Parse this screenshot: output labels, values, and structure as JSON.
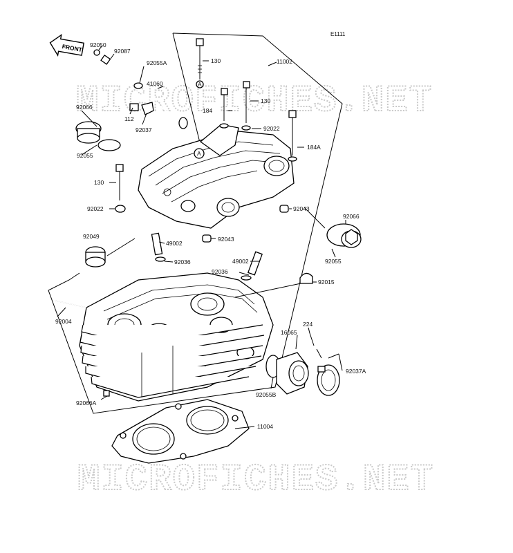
{
  "diagram": {
    "ref_code": "E1111",
    "front_arrow": "FRONT",
    "watermark": "MICROFICHES.NET",
    "labels": {
      "p92050": "92050",
      "p92087": "92087",
      "p92055A": "92055A",
      "p41060": "41060",
      "p92066_top": "92066",
      "p112": "112",
      "p92037": "92037",
      "p92055_left": "92055",
      "p130_top": "130",
      "p11002": "11002",
      "p184": "184",
      "p130_mid": "130",
      "p92022_right": "92022",
      "p184A": "184A",
      "p130_left": "130",
      "p92022_left": "92022",
      "p92043_right": "92043",
      "p92066_right": "92066",
      "p92049": "92049",
      "p49002_left": "49002",
      "p92043_bottom": "92043",
      "p92036_left": "92036",
      "p92055_right": "92055",
      "p49002_right": "49002",
      "p92036_right": "92036",
      "p92015": "92015",
      "p92004": "92004",
      "p224": "224",
      "p16065": "16065",
      "p92037A": "92037A",
      "p92055B": "92055B",
      "p92066A": "92066A",
      "p11004": "11004",
      "ref_A_top": "A",
      "ref_A_head": "A"
    }
  }
}
